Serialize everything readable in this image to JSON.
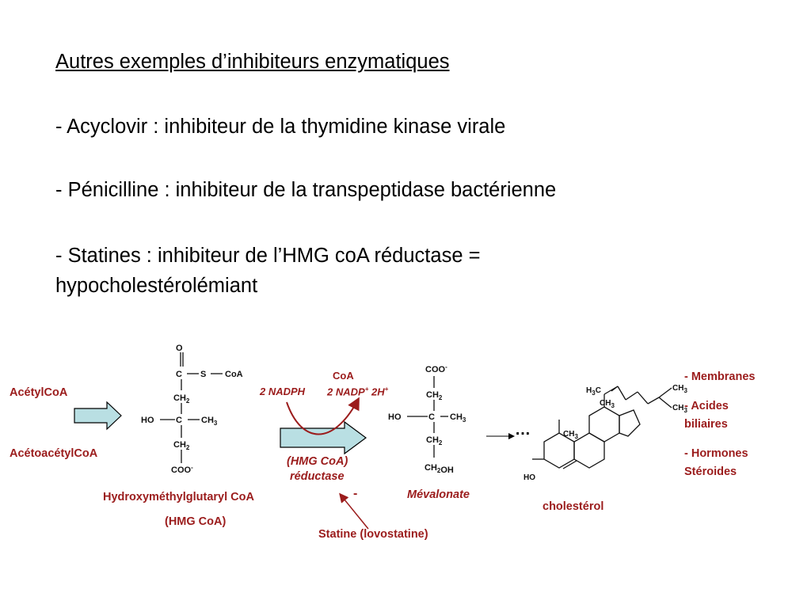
{
  "slide": {
    "title": "Autres exemples d’inhibiteurs enzymatiques",
    "bullets": [
      "- Acyclovir : inhibiteur de la thymidine kinase virale",
      "- Pénicilline : inhibiteur de la transpeptidase bactérienne",
      "- Statines : inhibiteur de l’HMG coA réductase =",
      "hypocholestérolémiant"
    ]
  },
  "diagram": {
    "precursors": [
      "AcétylCoA",
      "AcétoacétylCoA"
    ],
    "hmg_name": "Hydroxyméthylglutaryl CoA",
    "hmg_abbrev": "(HMG CoA)",
    "cofactor_coa": "CoA",
    "cofactor_nadph": "2 NADPH",
    "cofactor_nadp": "2 NADP",
    "cofactor_h": "2H",
    "enzyme_line1": "(HMG CoA)",
    "enzyme_line2": "réductase",
    "inhibition_sign": "-",
    "inhibitor": "Statine (lovostatine)",
    "product": "Mévalonate",
    "ellipsis": "…",
    "final_product": "cholestérol",
    "destinations": [
      "- Membranes",
      "- Acides",
      "biliaires",
      "- Hormones",
      "Stéroides"
    ],
    "colors": {
      "label": "#9b1c1c",
      "arrow_fill": "#b9dfe3",
      "arrow_stroke": "#000000"
    }
  }
}
